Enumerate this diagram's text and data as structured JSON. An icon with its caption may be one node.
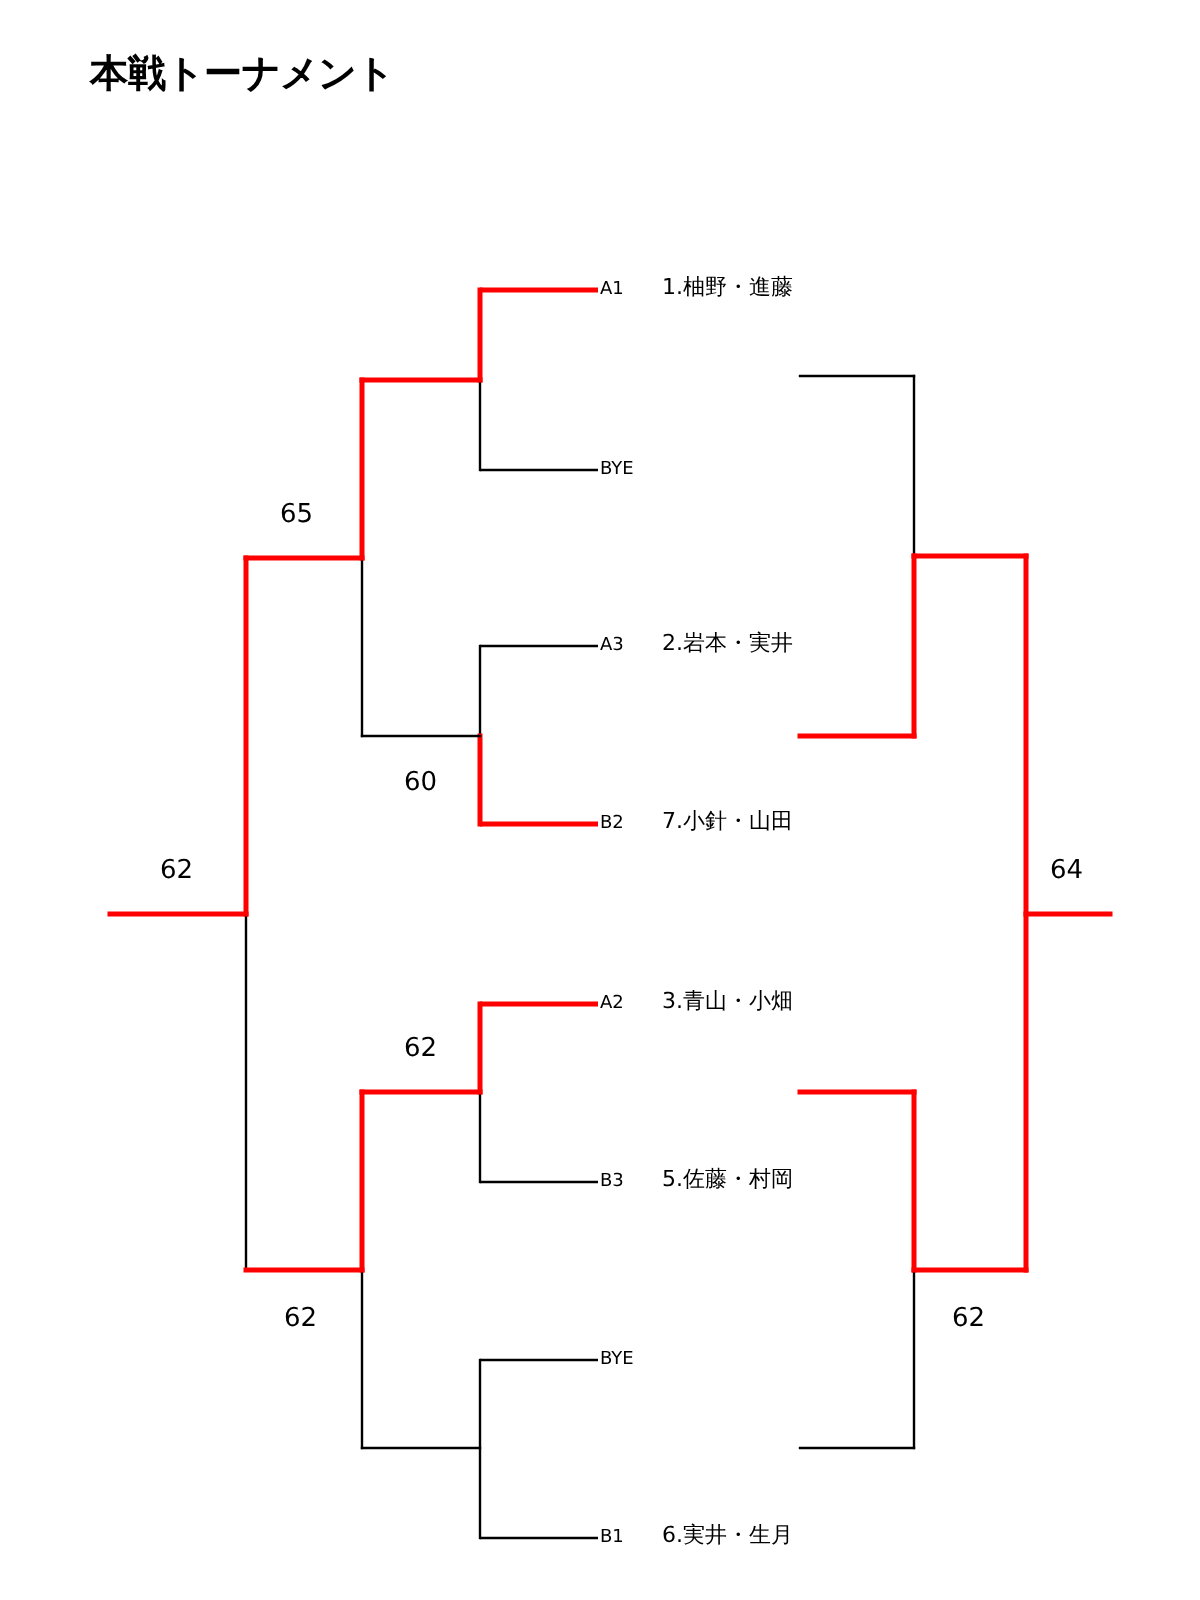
{
  "diagram": {
    "title": "本戦トーナメント",
    "nodes": [
      {
        "text": [
          "A1"
        ],
        "beside": [
          "1.柚野・進藤"
        ]
      },
      {
        "text": [
          "BYE"
        ]
      },
      {
        "text": [
          "A3"
        ],
        "beside": [
          "2.岩本・実井"
        ]
      },
      {
        "text": [
          "B2"
        ],
        "beside": [
          "7.小針・山田"
        ]
      },
      {
        "text": [
          "A2"
        ],
        "beside": [
          "3.青山・小畑"
        ]
      },
      {
        "text": [
          "B3"
        ],
        "beside": [
          "5.佐藤・村岡"
        ]
      },
      {
        "text": [
          "BYE"
        ]
      },
      {
        "text": [
          "B1"
        ],
        "beside": [
          "6.実井・生月"
        ]
      }
    ],
    "edges": [
      {
        "from": null,
        "to": 0,
        "arrow": "none",
        "color": "#ff0000"
      },
      {
        "from": null,
        "to": 1,
        "arrow": "none"
      },
      {
        "from": null,
        "to": 2,
        "arrow": "none"
      },
      {
        "from": null,
        "to": 3,
        "arrow": "none",
        "color": "#ff0000"
      },
      {
        "from": null,
        "to": 4,
        "arrow": "none",
        "color": "#ff0000"
      },
      {
        "from": null,
        "to": 5,
        "arrow": "none"
      },
      {
        "from": null,
        "to": 6,
        "arrow": "none"
      },
      {
        "from": null,
        "to": 7,
        "arrow": "none"
      }
    ],
    "labels": [
      "65",
      "60",
      "62",
      "64",
      "62",
      "62",
      "62"
    ]
  }
}
